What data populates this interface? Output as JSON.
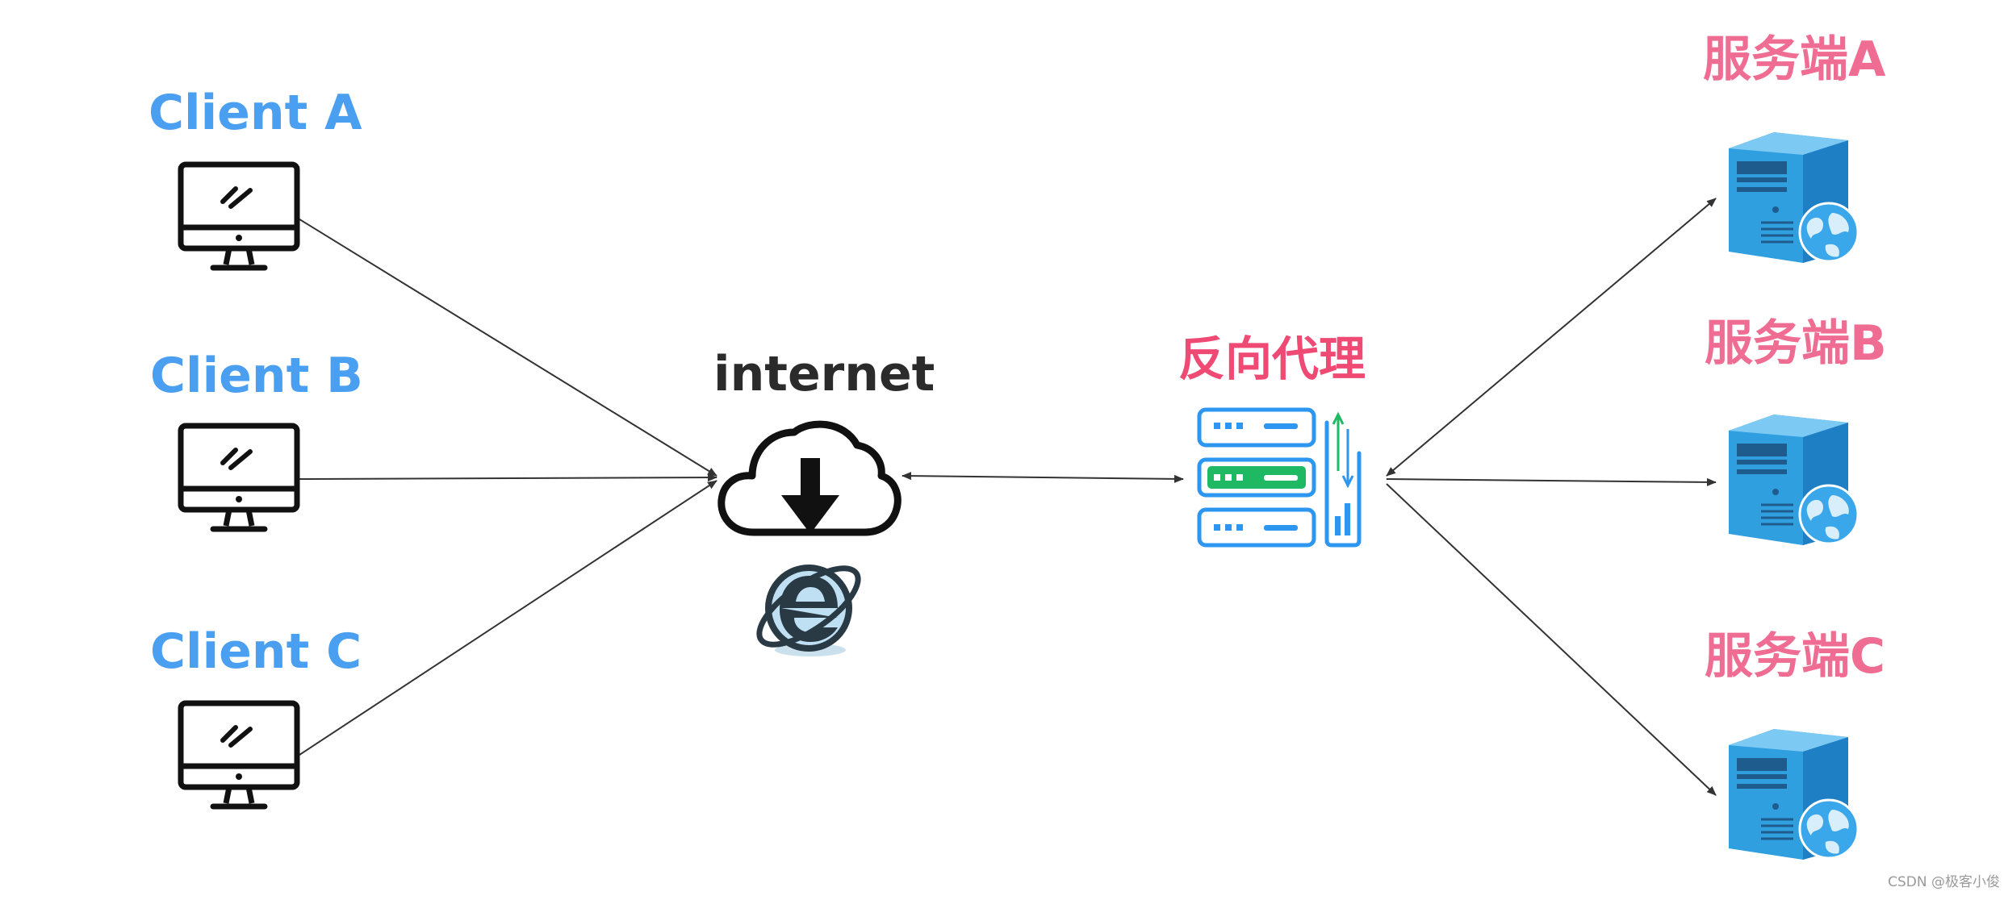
{
  "diagram": {
    "clients": [
      {
        "label": "Client A",
        "icon": "monitor-icon"
      },
      {
        "label": "Client B",
        "icon": "monitor-icon"
      },
      {
        "label": "Client C",
        "icon": "monitor-icon"
      }
    ],
    "internet": {
      "label": "internet",
      "icons": [
        "cloud-download-icon",
        "ie-browser-icon"
      ]
    },
    "proxy": {
      "label": "反向代理",
      "icon": "server-rack-icon"
    },
    "servers": [
      {
        "label": "服务端A",
        "icon": "server-globe-icon"
      },
      {
        "label": "服务端B",
        "icon": "server-globe-icon"
      },
      {
        "label": "服务端C",
        "icon": "server-globe-icon"
      }
    ],
    "watermark": "CSDN @极客小俊",
    "colors": {
      "client_text": "#4a9ff0",
      "server_text": "#ef6d92",
      "proxy_text": "#ef4a74",
      "line": "#333333"
    }
  }
}
